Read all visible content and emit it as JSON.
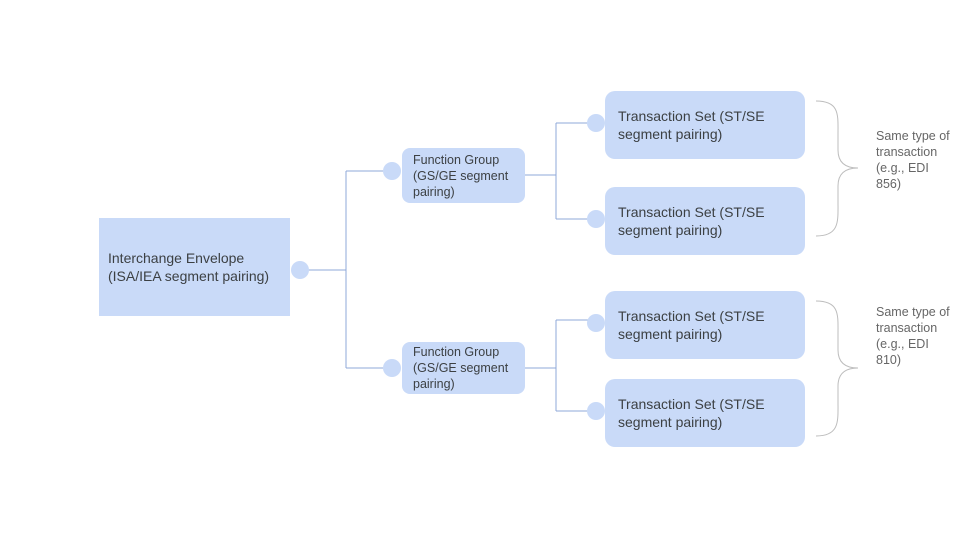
{
  "envelope": {
    "label": "Interchange Envelope (ISA/IEA segment pairing)"
  },
  "function_groups": [
    {
      "label": "Function Group (GS/GE segment pairing)"
    },
    {
      "label": "Function Group (GS/GE segment pairing)"
    }
  ],
  "transaction_sets": [
    {
      "label": "Transaction Set (ST/SE segment pairing)"
    },
    {
      "label": "Transaction Set (ST/SE segment pairing)"
    },
    {
      "label": "Transaction Set (ST/SE segment pairing)"
    },
    {
      "label": "Transaction Set (ST/SE segment pairing)"
    }
  ],
  "notes": [
    {
      "label": "Same type of transaction (e.g., EDI 856)"
    },
    {
      "label": "Same type of transaction (e.g., EDI 810)"
    }
  ],
  "colors": {
    "box": "#c9daf8",
    "connector": "#8fa8d8",
    "brace": "#bdbdbd"
  }
}
